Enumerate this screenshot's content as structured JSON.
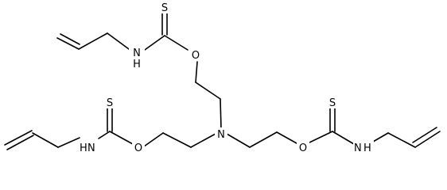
{
  "structure": {
    "style": {
      "bond_color": "#000000",
      "text_color": "#000000",
      "background": "#ffffff"
    },
    "atoms": [
      {
        "id": "a1",
        "label": "S"
      },
      {
        "id": "a2",
        "label": "O"
      },
      {
        "id": "a3",
        "label": "N"
      },
      {
        "id": "a4",
        "label": "S"
      },
      {
        "id": "a5",
        "label": "O"
      },
      {
        "id": "a6",
        "label": "N"
      },
      {
        "id": "a7",
        "label": "N"
      },
      {
        "id": "a8",
        "label": "O"
      },
      {
        "id": "a9",
        "label": "S"
      },
      {
        "id": "a10",
        "label": "N"
      }
    ]
  }
}
